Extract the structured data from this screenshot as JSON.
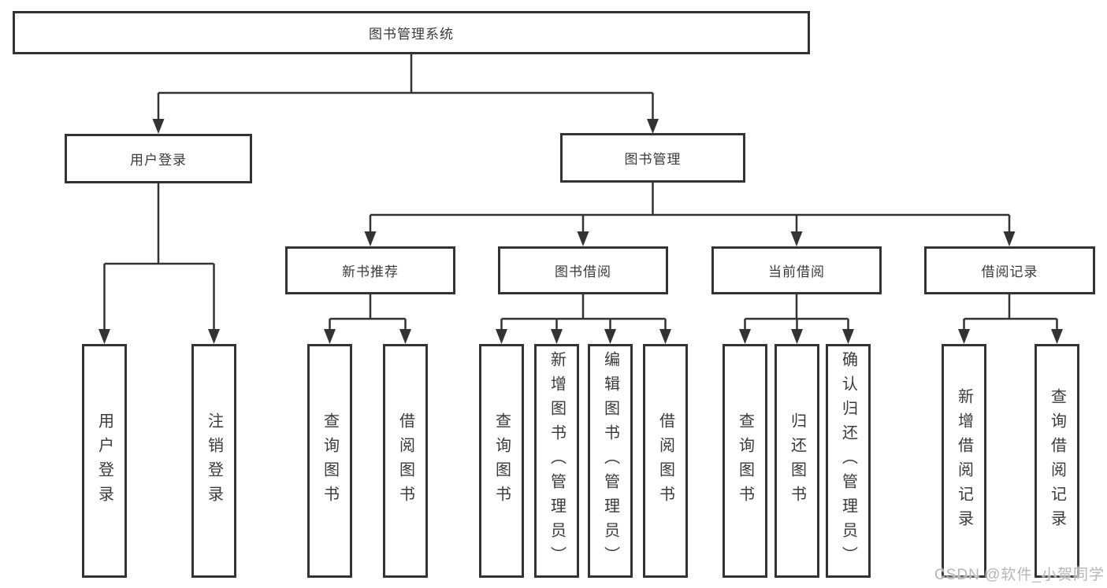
{
  "diagram": {
    "title": "图书管理系统",
    "nodes": {
      "root": "图书管理系统",
      "level2": [
        "用户登录",
        "图书管理"
      ],
      "level3": [
        "新书推荐",
        "图书借阅",
        "当前借阅",
        "借阅记录"
      ],
      "leaves": {
        "userLogin": [
          "用户登录",
          "注销登录"
        ],
        "newBooks": [
          "查询图书",
          "借阅图书"
        ],
        "bookBorrow": [
          "查询图书",
          "新增图书（管理员）",
          "编辑图书（管理员）",
          "借阅图书"
        ],
        "currentBorrow": [
          "查询图书",
          "归还图书",
          "确认归还（管理员）"
        ],
        "borrowRecords": [
          "新增借阅记录",
          "查询借阅记录"
        ]
      }
    },
    "colors": {
      "line": "#333333",
      "text": "#3a3a3a",
      "background": "#ffffff",
      "watermark_color": "#b6b6b6"
    }
  },
  "watermark": "CSDN @软件_小贺同学"
}
